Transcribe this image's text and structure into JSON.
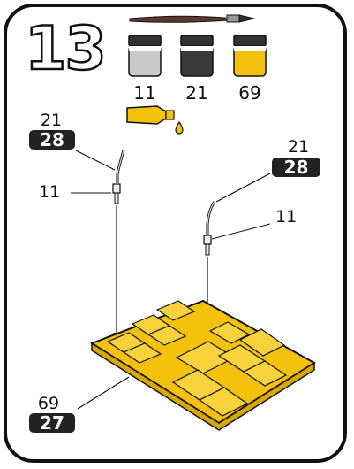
{
  "step": {
    "number": "13"
  },
  "paints": [
    {
      "code": "11",
      "color": "#c9c9c9",
      "name": "light-grey"
    },
    {
      "code": "21",
      "color": "#3a3a3a",
      "name": "dark-grey"
    },
    {
      "code": "69",
      "color": "#f4c20d",
      "name": "yellow"
    }
  ],
  "tools": {
    "brush_icon": "paintbrush-icon",
    "glue_icon": "glue-tube-icon"
  },
  "parts": {
    "left_pipe": {
      "paint_top": "21",
      "part": "28",
      "tip_paint": "11"
    },
    "right_pipe": {
      "paint_top": "21",
      "part": "28",
      "tip_paint": "11"
    },
    "tray": {
      "paint_top": "69",
      "part": "27"
    }
  },
  "colors": {
    "accent_yellow": "#f4c20d",
    "outline": "#111111",
    "badge": "#222222"
  }
}
